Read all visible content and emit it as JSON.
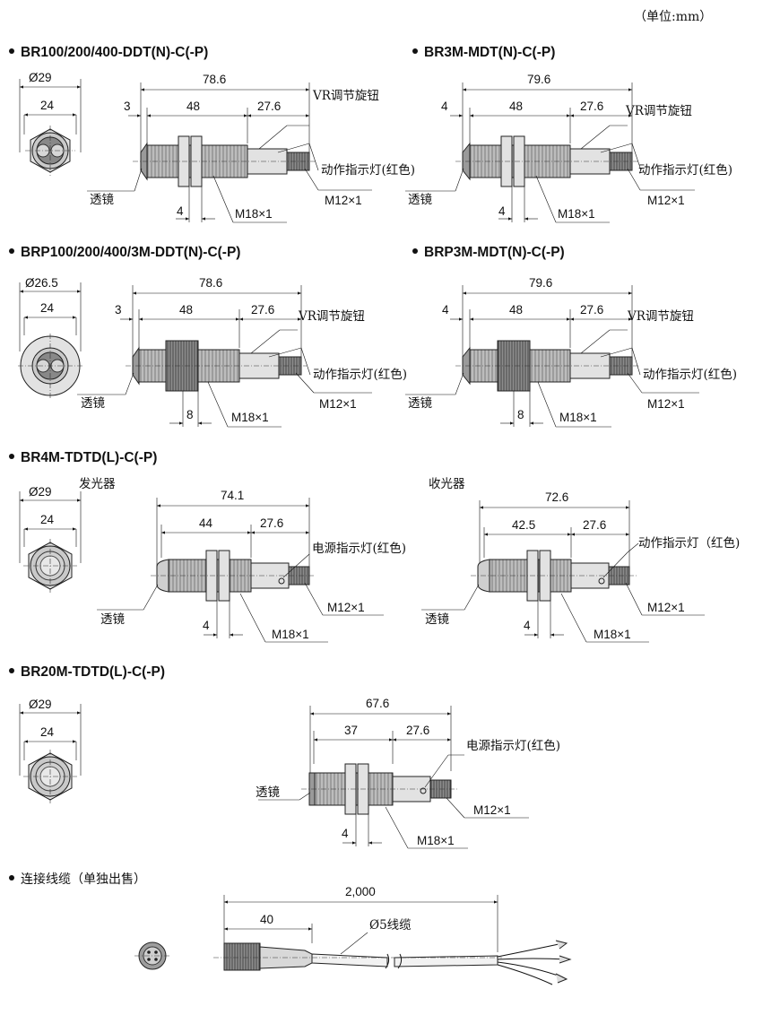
{
  "unit_label": "（单位:mm）",
  "sections": [
    {
      "title": "BR100/200/400-DDT(N)-C(-P)"
    },
    {
      "title": "BR3M-MDT(N)-C(-P)"
    },
    {
      "title": "BRP100/200/400/3M-DDT(N)-C(-P)"
    },
    {
      "title": "BRP3M-MDT(N)-C(-P)"
    },
    {
      "title": "BR4M-TDTD(L)-C(-P)"
    },
    {
      "title": "BR20M-TDTD(L)-C(-P)"
    },
    {
      "title": "连接线缆（单独出售）"
    }
  ],
  "dims": {
    "d1": {
      "dia": "Ø29",
      "flat": "24",
      "total": "78.6",
      "front": "3",
      "body": "48",
      "rear": "27.6",
      "nut": "4",
      "thread": "M18×1",
      "conn": "M12×1",
      "vr": "VR调节旋钮",
      "led": "动作指示灯(红色)",
      "lens": "透镜"
    },
    "d2": {
      "total": "79.6",
      "front": "4",
      "body": "48",
      "rear": "27.6",
      "nut": "4",
      "thread": "M18×1",
      "conn": "M12×1",
      "vr": "VR调节旋钮",
      "led": "动作指示灯(红色)",
      "lens": "透镜"
    },
    "d3": {
      "dia": "Ø26.5",
      "flat": "24",
      "total": "78.6",
      "front": "3",
      "body": "48",
      "rear": "27.6",
      "nut": "8",
      "thread": "M18×1",
      "conn": "M12×1",
      "vr": "VR调节旋钮",
      "led": "动作指示灯(红色)",
      "lens": "透镜"
    },
    "d4": {
      "total": "79.6",
      "front": "4",
      "body": "48",
      "rear": "27.6",
      "nut": "8",
      "thread": "M18×1",
      "conn": "M12×1",
      "vr": "VR调节旋钮",
      "led": "动作指示灯(红色)",
      "lens": "透镜"
    },
    "d5": {
      "dia": "Ø29",
      "flat": "24",
      "emitter": "发光器",
      "total": "74.1",
      "body": "44",
      "rear": "27.6",
      "nut": "4",
      "thread": "M18×1",
      "conn": "M12×1",
      "led": "电源指示灯(红色)",
      "lens": "透镜"
    },
    "d6": {
      "receiver": "收光器",
      "total": "72.6",
      "body": "42.5",
      "rear": "27.6",
      "nut": "4",
      "thread": "M18×1",
      "conn": "M12×1",
      "led": "动作指示灯（红色)",
      "lens": "透镜"
    },
    "d7": {
      "dia": "Ø29",
      "flat": "24",
      "total": "67.6",
      "body": "37",
      "rear": "27.6",
      "nut": "4",
      "thread": "M18×1",
      "conn": "M12×1",
      "led": "电源指示灯(红色)",
      "lens": "透镜"
    },
    "cable": {
      "total": "2,000",
      "conn": "40",
      "wire": "Ø5线缆"
    }
  }
}
